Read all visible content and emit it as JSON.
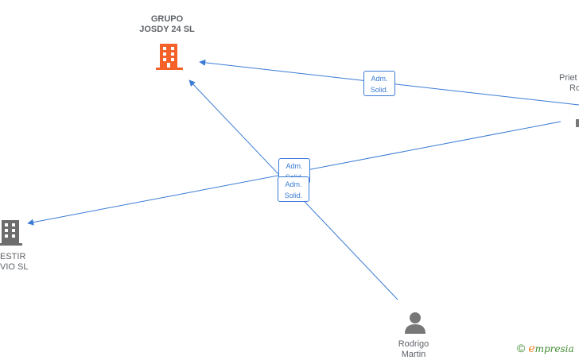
{
  "nodes": {
    "grupo_josdy": {
      "line1": "GRUPO",
      "line2": "JOSDY 24  SL"
    },
    "left_company": {
      "line1": "ESTIR",
      "line2": "VIO  SL"
    },
    "prieto_person": {
      "line1": "Priet",
      "line2": "Ro"
    },
    "rodrigo_person": {
      "line1": "Rodrigo",
      "line2": "Martin"
    }
  },
  "edges": [
    {
      "line1": "Adm.",
      "line2": "Solid."
    },
    {
      "line1": "Adm.",
      "line2": "Solid."
    },
    {
      "line1": "Adm.",
      "line2": "Solid."
    }
  ],
  "colors": {
    "edge": "#3a7bd5",
    "company_highlight": "#f4622a",
    "company": "#6d6d6d",
    "person": "#777777"
  },
  "icons": {
    "company": "building-icon",
    "person": "person-icon"
  },
  "watermark": {
    "copyright": "©",
    "brand_first": "e",
    "brand_rest": "mpresia"
  }
}
